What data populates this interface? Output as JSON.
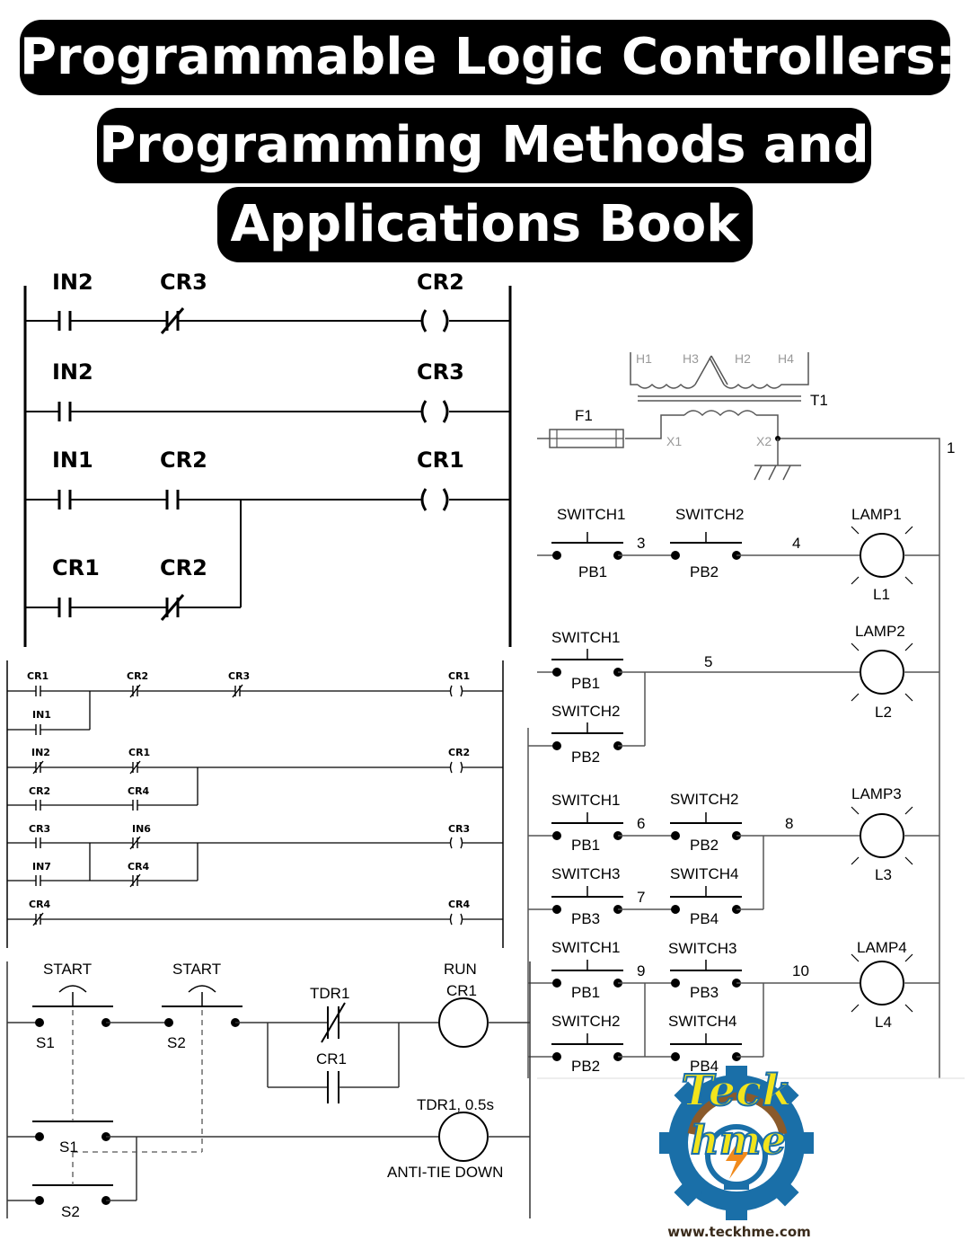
{
  "title": {
    "line1": "Programmable Logic Controllers:",
    "line2": "Programming Methods and",
    "line3": "Applications Book"
  },
  "ladder1": {
    "labels": [
      "IN2",
      "CR3",
      "CR2",
      "IN2",
      "CR3",
      "IN1",
      "CR2",
      "CR1",
      "CR1",
      "CR2"
    ]
  },
  "ladder2": {
    "labels": [
      "CR1",
      "CR2",
      "CR3",
      "CR1",
      "IN1",
      "IN2",
      "CR1",
      "CR2",
      "CR2",
      "CR4",
      "CR3",
      "IN6",
      "CR3",
      "IN7",
      "CR4",
      "CR4",
      "CR4"
    ]
  },
  "circuit": {
    "transformer": [
      "H1",
      "H3",
      "H2",
      "H4",
      "T1",
      "X1",
      "X2"
    ],
    "fuse": "F1",
    "wire_numbers": [
      "1",
      "3",
      "4",
      "5",
      "6",
      "7",
      "8",
      "9",
      "10"
    ],
    "switches": [
      "SWITCH1",
      "SWITCH2",
      "SWITCH1",
      "SWITCH2",
      "SWITCH1",
      "SWITCH2",
      "SWITCH3",
      "SWITCH4",
      "SWITCH1",
      "SWITCH3",
      "SWITCH2",
      "SWITCH4"
    ],
    "pushbuttons": [
      "PB1",
      "PB2",
      "PB1",
      "PB2",
      "PB1",
      "PB2",
      "PB3",
      "PB4",
      "PB1",
      "PB3",
      "PB2",
      "PB4"
    ],
    "lamps": [
      "LAMP1",
      "LAMP2",
      "LAMP3",
      "LAMP4"
    ],
    "lamp_ids": [
      "L1",
      "L2",
      "L3",
      "L4"
    ]
  },
  "antitiedown": {
    "start1": "START",
    "start2": "START",
    "s1": "S1",
    "s2": "S2",
    "tdr1": "TDR1",
    "run": "RUN",
    "run_coil": "CR1",
    "cr1_contact": "CR1",
    "tdr_coil": "TDR1, 0.5s",
    "anti": "ANTI-TIE DOWN",
    "s1b": "S1",
    "s2b": "S2"
  },
  "logo": {
    "line1": "Teck",
    "line2": "hme",
    "url": "www.teckhme.com",
    "colors": {
      "gear": "#1a6fa8",
      "bulb": "#1a6fa8",
      "text": "#f2e41c",
      "arc": "#8a5a2b"
    }
  }
}
